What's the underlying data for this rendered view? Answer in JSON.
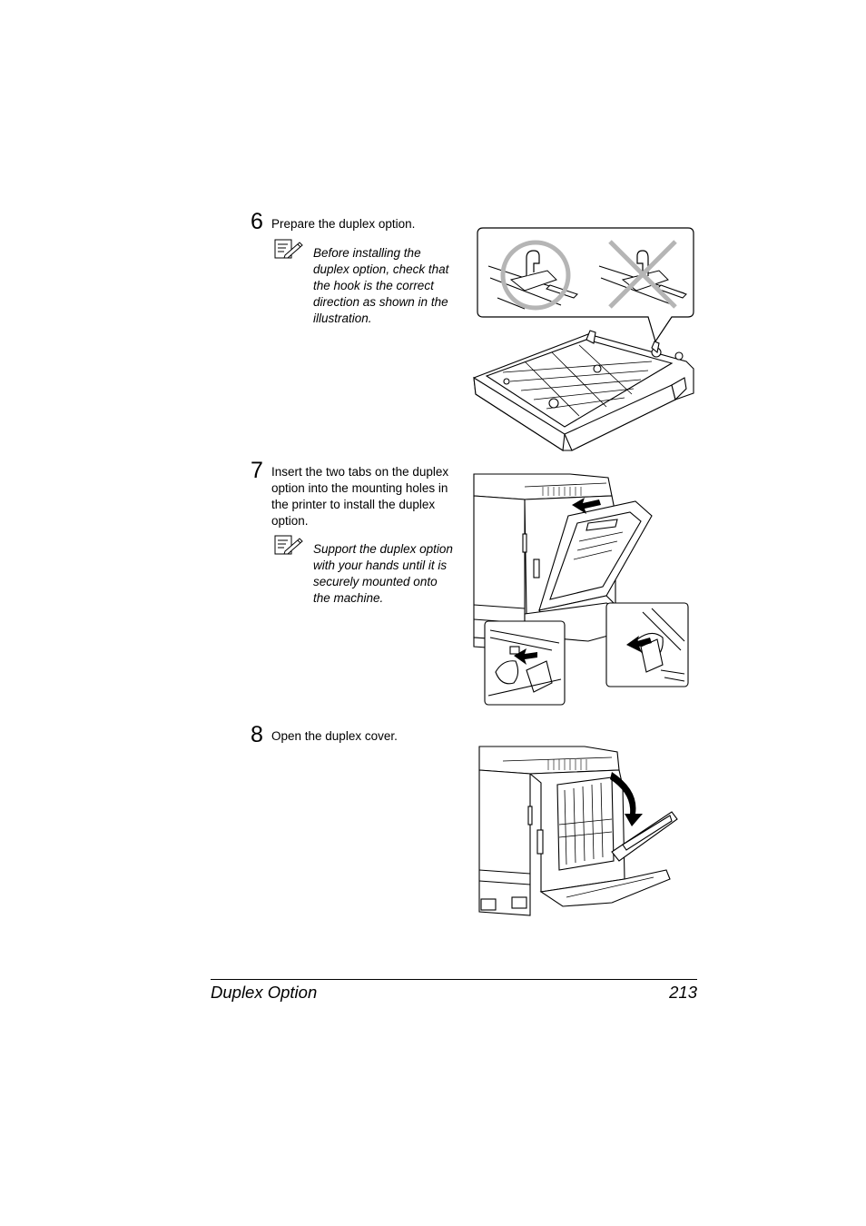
{
  "steps": [
    {
      "number": "6",
      "text": "Prepare the duplex option.",
      "note": [
        "Before installing the",
        "duplex option, check that",
        "the hook is the correct",
        "direction as shown in the",
        "illustration."
      ]
    },
    {
      "number": "7",
      "text": [
        "Insert the two tabs on the duplex",
        "option into the mounting holes in",
        "the printer to install the duplex",
        "option."
      ],
      "note": [
        "Support the duplex option",
        "with your hands until it is",
        "securely mounted onto",
        "the machine."
      ]
    },
    {
      "number": "8",
      "text": "Open the duplex cover."
    }
  ],
  "icons": {
    "note": "note-pencil-icon",
    "correct": "circle-ok-icon",
    "incorrect": "cross-x-icon",
    "arrow": "arrow-icon"
  },
  "colors": {
    "mark": "#b5b5b5",
    "line": "#000000"
  },
  "footer": {
    "section": "Duplex Option",
    "page": "213"
  }
}
